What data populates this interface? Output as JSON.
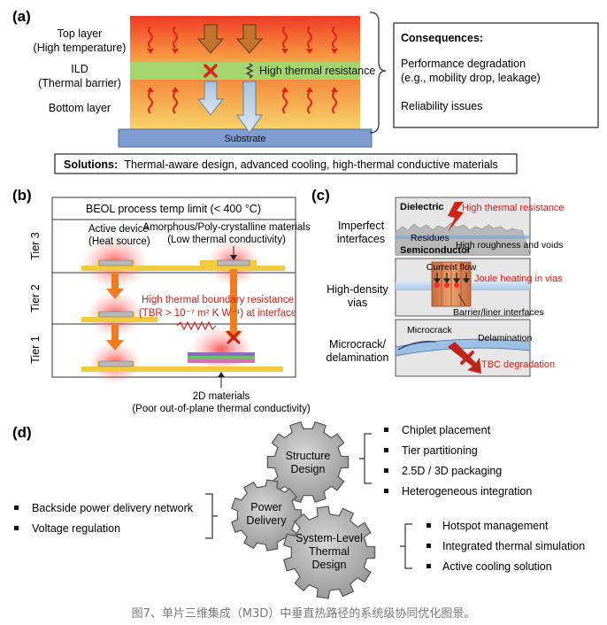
{
  "panel_a": {
    "label": "(a)",
    "top_layer": "Top layer",
    "top_layer_sub": "(High temperature)",
    "ild": "ILD",
    "ild_sub": "(Thermal barrier)",
    "bottom_layer": "Bottom layer",
    "high_thermal_resistance": "High thermal resistance",
    "substrate": "Substrate",
    "consequences_title": "Consequences:",
    "consequence_1a": "Performance degradation",
    "consequence_1b": "(e.g., mobility drop, leakage)",
    "consequence_2": "Reliability issues",
    "solutions_label": "Solutions:",
    "solutions_text": "Thermal-aware design, advanced cooling, high-thermal conductive materials"
  },
  "panel_b": {
    "label": "(b)",
    "title": "BEOL process temp limit (< 400 °C)",
    "tier3": "Tier 3",
    "tier2": "Tier 2",
    "tier1": "Tier 1",
    "active_device": "Active device",
    "heat_source": "(Heat source)",
    "amorphous": "Amorphous/Poly-crystalline materials",
    "low_conductivity": "(Low thermal conductivity)",
    "tbr_line1": "High thermal boundary resistance",
    "tbr_line2": "(TBR > 10⁻⁷ m² K W⁻¹) at interface",
    "materials_2d": "2D materials",
    "poor_conductivity": "(Poor out-of-plane thermal conductivity)"
  },
  "panel_c": {
    "label": "(c)",
    "row1_label_a": "Imperfect",
    "row1_label_b": "interfaces",
    "dielectric": "Dielectric",
    "high_thermal_resistance": "High thermal resistance",
    "residues": "Residues",
    "roughness": "High roughness and voids",
    "semiconductor": "Semiconductor",
    "row2_label_a": "High-density",
    "row2_label_b": "vias",
    "current_flow": "Current flow",
    "joule_heating": "Joule heating in vias",
    "barrier_liner": "Barrier/liner interfaces",
    "row3_label_a": "Microcrack/",
    "row3_label_b": "delamination",
    "microcrack": "Microcrack",
    "delamination": "Delamination",
    "tbc_degradation": "TBC degradation"
  },
  "panel_d": {
    "label": "(d)",
    "gear_structure_1": "Structure",
    "gear_structure_2": "Design",
    "gear_power_1": "Power",
    "gear_power_2": "Delivery",
    "gear_system_1": "System-Level",
    "gear_system_2": "Thermal",
    "gear_system_3": "Design",
    "structure_items": [
      "Chiplet placement",
      "Tier partitioning",
      "2.5D / 3D packaging",
      "Heterogeneous integration"
    ],
    "power_items": [
      "Backside power delivery network",
      "Voltage regulation"
    ],
    "system_items": [
      "Hotspot management",
      "Integrated thermal simulation",
      "Active cooling solution"
    ]
  },
  "caption": "图7、单片三维集成（M3D）中垂直热路径的系统级协同优化图景。"
}
